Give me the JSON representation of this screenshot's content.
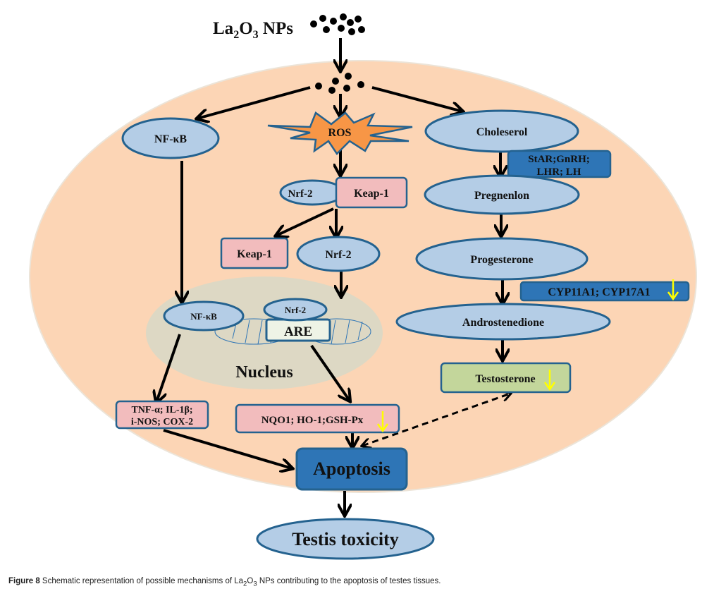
{
  "colors": {
    "cell": "#fcd5b5",
    "nucleus": "#ddd8c4",
    "node_fill": "#b4cde6",
    "node_stroke": "#24628f",
    "pink_fill": "#f2bcbd",
    "dark_blue": "#2e75b6",
    "green_fill": "#c3d69b",
    "ros_fill": "#f79646",
    "down_arrow": "#ffff00",
    "arrow": "#000000"
  },
  "title": {
    "main": "La",
    "sub1": "2",
    "mid": "O",
    "sub2": "3",
    "tail": " NPs"
  },
  "nodes": {
    "nfkb_top": "NF-κB",
    "ros": "ROS",
    "choleserol": "Choleserol",
    "nrf2_complex": "Nrf-2",
    "keap1_complex": "Keap-1",
    "keap1_free": "Keap-1",
    "nrf2_free": "Nrf-2",
    "star_line1": "StAR;GnRH;",
    "star_line2": "LHR; LH",
    "pregnenlon": "Pregnenlon",
    "progesterone": "Progesterone",
    "cyp": "CYP11A1; CYP17A1",
    "androstenedione": "Androstenedione",
    "testosterone": "Testosterone",
    "nfkb_nucleus": "NF-κB",
    "nrf2_nucleus": "Nrf-2",
    "are": "ARE",
    "nucleus": "Nucleus",
    "tnf_line1": "TNF-α; IL-1β;",
    "tnf_line2": "i-NOS; COX-2",
    "nqo1": "NQO1; HO-1;GSH-Px",
    "apoptosis": "Apoptosis",
    "testis": "Testis toxicity"
  },
  "caption": {
    "label": "Figure 8",
    "text_a": " Schematic representation of possible mechanisms of La",
    "sub1": "2",
    "text_b": "O",
    "sub2": "3",
    "text_c": " NPs contributing to the apoptosis of testes tissues."
  }
}
